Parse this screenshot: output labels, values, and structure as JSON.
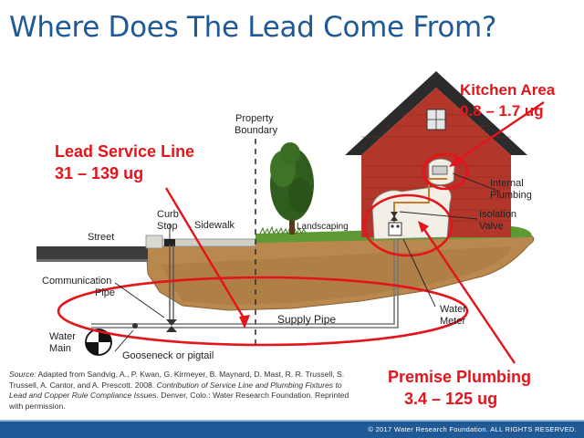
{
  "title": "Where Does The Lead Come From?",
  "labels": {
    "property_boundary_1": "Property",
    "property_boundary_2": "Boundary",
    "street": "Street",
    "curb_stop_1": "Curb",
    "curb_stop_2": "Stop",
    "sidewalk": "Sidewalk",
    "landscaping": "Landscaping",
    "internal_plumbing_1": "Internal",
    "internal_plumbing_2": "Plumbing",
    "isolation_valve_1": "Isolation",
    "isolation_valve_2": "Valve",
    "communication_pipe_1": "Communication",
    "communication_pipe_2": "Pipe",
    "supply_pipe": "Supply Pipe",
    "water_meter_1": "Water",
    "water_meter_2": "Meter",
    "water_main_1": "Water",
    "water_main_2": "Main",
    "gooseneck": "Gooseneck or pigtail"
  },
  "callouts": {
    "kitchen_title": "Kitchen Area",
    "kitchen_value": "0.8 – 1.7 ug",
    "service_line_title": "Lead Service Line",
    "service_line_value": "31 – 139 ug",
    "premise_title": "Premise Plumbing",
    "premise_value": "3.4 – 125 ug"
  },
  "source": {
    "label": "Source:",
    "text_a": "Adapted from Sandvig, A., P. Kwan, G. Kirmeyer, B. Maynard, D. Mast, R. R. Trussell, S. Trussell, A. Cantor, and A. Prescott. 2008.",
    "title_italic": "Contribution of Service Line and Plumbing Fixtures to Lead and Copper Rule Compliance Issues.",
    "text_b": "Denver, Colo.: Water Research Foundation. Reprinted with permission."
  },
  "copyright": "© 2017 Water Research Foundation. ALL RIGHTS RESERVED.",
  "colors": {
    "title_blue": "#1f5a96",
    "callout_red": "#e3141b",
    "footer_blue": "#1f5a96"
  }
}
